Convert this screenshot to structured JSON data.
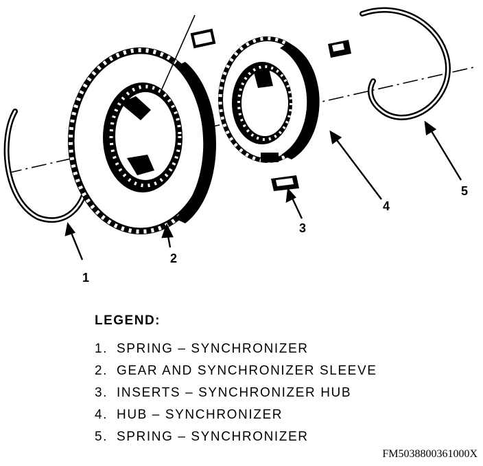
{
  "callouts": [
    {
      "number": "1"
    },
    {
      "number": "2"
    },
    {
      "number": "3"
    },
    {
      "number": "4"
    },
    {
      "number": "5"
    }
  ],
  "legend": {
    "title": "LEGEND:",
    "items": [
      {
        "num": "1.",
        "text": "SPRING – SYNCHRONIZER"
      },
      {
        "num": "2.",
        "text": "GEAR AND SYNCHRONIZER SLEEVE"
      },
      {
        "num": "3.",
        "text": "INSERTS – SYNCHRONIZER HUB"
      },
      {
        "num": "4.",
        "text": "HUB – SYNCHRONIZER"
      },
      {
        "num": "5.",
        "text": "SPRING – SYNCHRONIZER"
      }
    ]
  },
  "figure_id": "FM5038800361000X",
  "line_color": "#000000"
}
